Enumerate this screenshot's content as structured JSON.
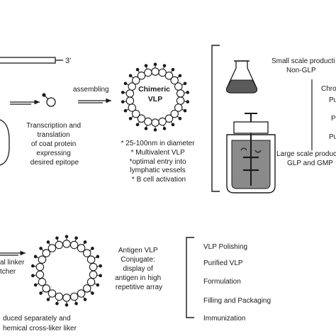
{
  "top": {
    "strand_end": "3'",
    "step_assembling": "assembling",
    "transcription_lines": [
      "Transcription and",
      "translation",
      "of coat protein",
      "expressing",
      "desired epitope"
    ],
    "vlp_label_lines": [
      "Chimeric",
      "VLP"
    ],
    "vlp_features": [
      "* 25-100nm in diameter",
      "* Multivalent VLP",
      "*optimal entry into",
      "lymphatic vessels",
      "* B cell activation"
    ],
    "production": {
      "small_scale_lines": [
        "Small scale producti",
        "Non-GLP"
      ],
      "process_fragments": [
        "Chro",
        "Pu",
        "P",
        "Pu"
      ],
      "large_scale_lines": [
        "Large scale produc",
        "GLP and GMP"
      ]
    }
  },
  "bottom": {
    "left_fragments": [
      "al linker",
      "tcher"
    ],
    "conjugate_lines": [
      "Antigen VLP",
      "Conjugate:",
      "display of",
      "antigen in high",
      "repetitive array"
    ],
    "steps": [
      "VLP Polishing",
      "Purified VLP",
      "Formulation",
      "Filling and Packaging",
      "Immunization"
    ],
    "footnote_lines": [
      "duced separately  and",
      "hemical cross-liker liker"
    ]
  },
  "colors": {
    "line": "#1a1a1a",
    "bead": "#ffffff",
    "flask_liquid": "#5a5a5a",
    "bioreactor_liquid": "#8a8a8a"
  }
}
